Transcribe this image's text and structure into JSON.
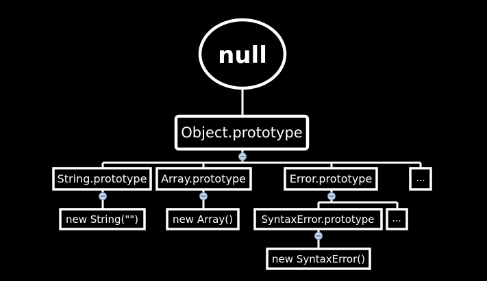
{
  "diagram": {
    "root": "null",
    "object_prototype": "Object.prototype",
    "string_prototype": "String.prototype",
    "array_prototype": "Array.prototype",
    "error_prototype": "Error.prototype",
    "top_more": "...",
    "new_string": "new String(\"\")",
    "new_array": "new Array()",
    "syntax_error_prototype": "SyntaxError.prototype",
    "error_more": "...",
    "new_syntax_error": "new SyntaxError()"
  },
  "colors": {
    "background": "#000000",
    "stroke": "#ffffff",
    "collapse_toggle": "#c9d7ea"
  }
}
